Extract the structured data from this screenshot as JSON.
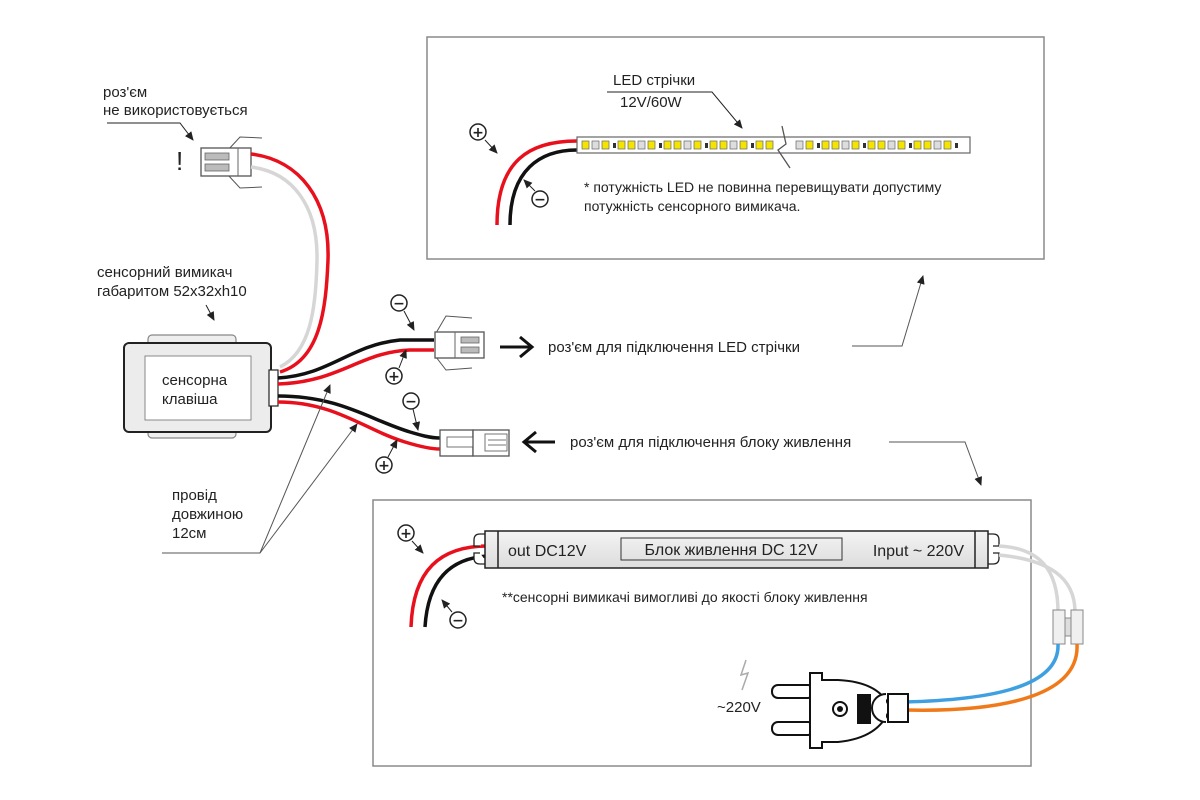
{
  "labels": {
    "unused_connector_line1": "роз'єм",
    "unused_connector_line2": "не використовується",
    "exclamation": "!",
    "switch_line1": "сенсорний вимикач",
    "switch_line2": "габаритом 52x32xh10",
    "touch_key_line1": "сенсорна",
    "touch_key_line2": "клавіша",
    "wire_line1": "провід",
    "wire_line2": "довжиною",
    "wire_line3": "12см",
    "led_connector": "роз'єм для підключення LED стрічки",
    "psu_connector": "роз'єм для підключення блоку живлення"
  },
  "led_panel": {
    "title": "LED стрічки",
    "spec": "12V/60W",
    "note_line1": "* потужність LED не повинна перевищувати допустиму",
    "note_line2": "потужність сенсорного вимикача."
  },
  "psu_panel": {
    "out_label": "out DC12V",
    "title": "Блок живлення DC 12V",
    "input_label": "Input ~ 220V",
    "note": "**сенсорні вимикачі вимогливі до якості блоку живлення",
    "mains_label": "~220V"
  },
  "polarity": {
    "plus": "+",
    "minus": "−"
  },
  "colors": {
    "wire_red": "#e8101c",
    "wire_black": "#111111",
    "wire_white": "#d6d6d6",
    "wire_blue": "#3ea0e0",
    "wire_orange": "#f07a1a",
    "led_yellow": "#f5e400",
    "panel_border": "#8a8a8a"
  }
}
